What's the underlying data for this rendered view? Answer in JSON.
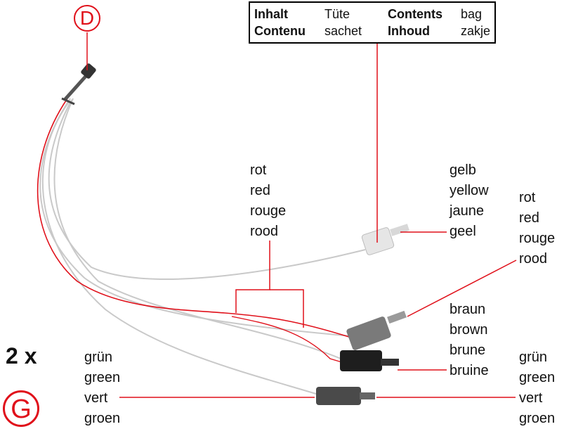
{
  "badge_d": "D",
  "badge_g": "G",
  "quantity": "2 x",
  "contents_box": {
    "r1c1": "Inhalt",
    "r1c2": "Tüte",
    "r1c3": "Contents",
    "r1c4": "bag",
    "r2c1": "Contenu",
    "r2c2": "sachet",
    "r2c3": "Inhoud",
    "r2c4": "zakje"
  },
  "labels": {
    "red_center": [
      "rot",
      "red",
      "rouge",
      "rood"
    ],
    "yellow": [
      "gelb",
      "yellow",
      "jaune",
      "geel"
    ],
    "red_right": [
      "rot",
      "red",
      "rouge",
      "rood"
    ],
    "brown": [
      "braun",
      "brown",
      "brune",
      "bruine"
    ],
    "green_left": [
      "grün",
      "green",
      "vert",
      "groen"
    ],
    "green_right": [
      "grün",
      "green",
      "vert",
      "groen"
    ]
  },
  "colors": {
    "accent": "#e0101a",
    "text": "#111111"
  }
}
